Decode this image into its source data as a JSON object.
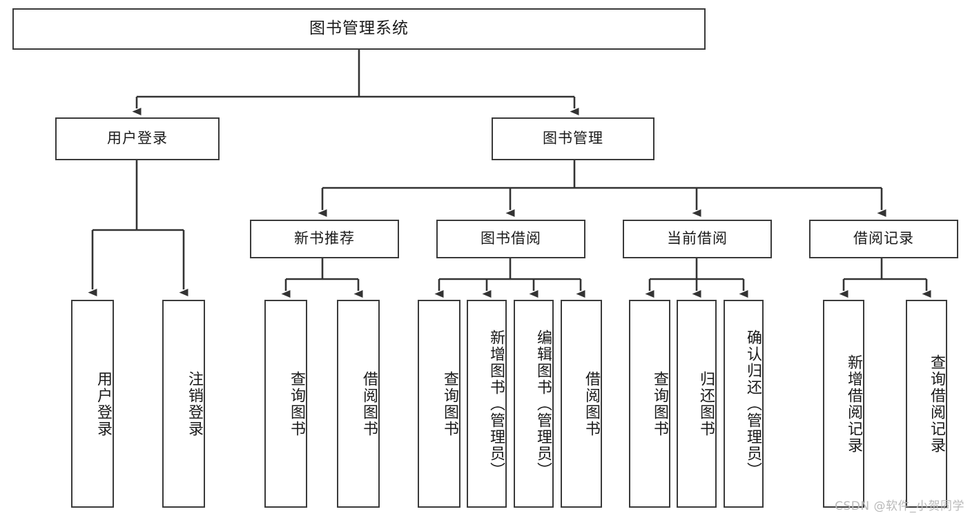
{
  "diagram": {
    "type": "tree-hierarchy",
    "title": "图书管理系统",
    "orientation": "top-down",
    "colors": {
      "box_border": "#3a3a3a",
      "box_fill": "#ffffff",
      "connector": "#333333",
      "text": "#1a1a1a",
      "watermark": "#b9b9b9",
      "background": "#ffffff"
    }
  },
  "nodes": {
    "root": {
      "label": "图书管理系统"
    },
    "level1": [
      {
        "id": "user-login",
        "label": "用户登录"
      },
      {
        "id": "book-manage",
        "label": "图书管理"
      }
    ],
    "level2": [
      {
        "id": "new-book-recommend",
        "label": "新书推荐"
      },
      {
        "id": "book-borrow",
        "label": "图书借阅"
      },
      {
        "id": "current-borrow",
        "label": "当前借阅"
      },
      {
        "id": "borrow-record",
        "label": "借阅记录"
      }
    ],
    "leaves": {
      "user_login": [
        {
          "id": "leaf-user-login",
          "label": "用户登录"
        },
        {
          "id": "leaf-logout-login",
          "label": "注销登录"
        }
      ],
      "new_book_recommend": [
        {
          "id": "leaf-query-book-1",
          "label": "查询图书"
        },
        {
          "id": "leaf-borrow-book-1",
          "label": "借阅图书"
        }
      ],
      "book_borrow": [
        {
          "id": "leaf-query-book-2",
          "label": "查询图书"
        },
        {
          "id": "leaf-add-book",
          "label": "新增图书（管理员）"
        },
        {
          "id": "leaf-edit-book",
          "label": "编辑图书（管理员）"
        },
        {
          "id": "leaf-borrow-book-2",
          "label": "借阅图书"
        }
      ],
      "current_borrow": [
        {
          "id": "leaf-query-book-3",
          "label": "查询图书"
        },
        {
          "id": "leaf-return-book",
          "label": "归还图书"
        },
        {
          "id": "leaf-confirm-return",
          "label": "确认归还（管理员）"
        }
      ],
      "borrow_record": [
        {
          "id": "leaf-add-borrow-record",
          "label": "新增借阅记录"
        },
        {
          "id": "leaf-query-borrow-record",
          "label": "查询借阅记录"
        }
      ]
    }
  },
  "watermark": {
    "text": "CSDN @软件_小贺同学"
  }
}
